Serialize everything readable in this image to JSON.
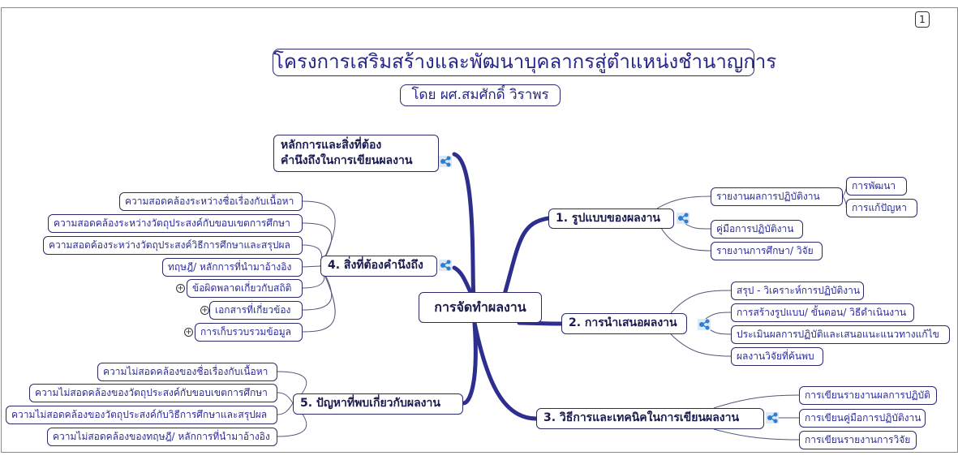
{
  "page_number": "1",
  "title": "โครงการเสริมสร้างและพัฒนาบุคลากรสู่ตำแหน่งชำนาญการ",
  "subtitle": "โดย ผศ.สมศักดิ์  วิราพร",
  "central": "การจัดทำผลงาน",
  "top_topic": {
    "line1": "หลักการและสิ่งที่ต้อง",
    "line2": "คำนึงถึงในการเขียนผลงาน"
  },
  "branch1": {
    "label": "1. รูปแบบของผลงาน",
    "children": [
      "รายงานผลการปฏิบัติงาน",
      "คู่มือการปฏิบัติงาน",
      "รายงานการศึกษา/ วิจัย"
    ],
    "grandchildren": [
      "การพัฒนา",
      "การแก้ปัญหา"
    ]
  },
  "branch2": {
    "label": "2.  การนำเสนอผลงาน",
    "children": [
      "สรุป - วิเคราะห์การปฏิบัติงาน",
      "การสร้างรูปแบบ/ ขั้นตอน/ วิธีดำเนินงาน",
      "ประเมินผลการปฏิบัติและเสนอแนะแนวทางแก้ไข",
      "ผลงานวิจัยที่ค้นพบ"
    ]
  },
  "branch3": {
    "label": "3.  วิธีการและเทคนิคในการเขียนผลงาน",
    "children": [
      "การเขียนรายงานผลการปฏิบัติ",
      "การเขียนคู่มือการปฏิบัติงาน",
      "การเขียนรายงานการวิจัย"
    ]
  },
  "branch4": {
    "label": "4. สิ่งที่ต้องคำนึงถึง",
    "children": [
      "ความสอดคล้องระหว่างชื่อเรื่องกับเนื้อหา",
      "ความสอดคล้องระหว่างวัตถุประสงค์กับขอบเขตการศึกษา",
      "ความสอดค้องระหว่างวัตถุประสงค์วิธีการศึกษาและสรุปผล",
      "ทฤษฎี/ หลักการที่นำมาอ้างอิง",
      "ข้อผิดพลาดเกี่ยวกับสถิติ",
      "เอกสารที่เกี่ยวข้อง",
      "การเก็บรวบรวมข้อมูล"
    ]
  },
  "branch5": {
    "label": "5. ปัญหาที่พบเกี่ยวกับผลงาน",
    "children": [
      "ความไม่สอดคล้องของชื่อเรื่องกับเนื้อหา",
      "ความไม่สอดคล้องของวัตถุประสงค์กับขอบเขตการศึกษา",
      "ความไม่สอดคล้องของวัตถุประสงค์กับวิธีการศึกษาและสรุปผล",
      "ความไม่สอดคล้องของทฤษฎี/ หลักการที่นำมาอ้างอิง"
    ]
  },
  "colors": {
    "border": "#2a2a6a",
    "text": "#2c2c9a",
    "branch": "#2e2e8f"
  }
}
